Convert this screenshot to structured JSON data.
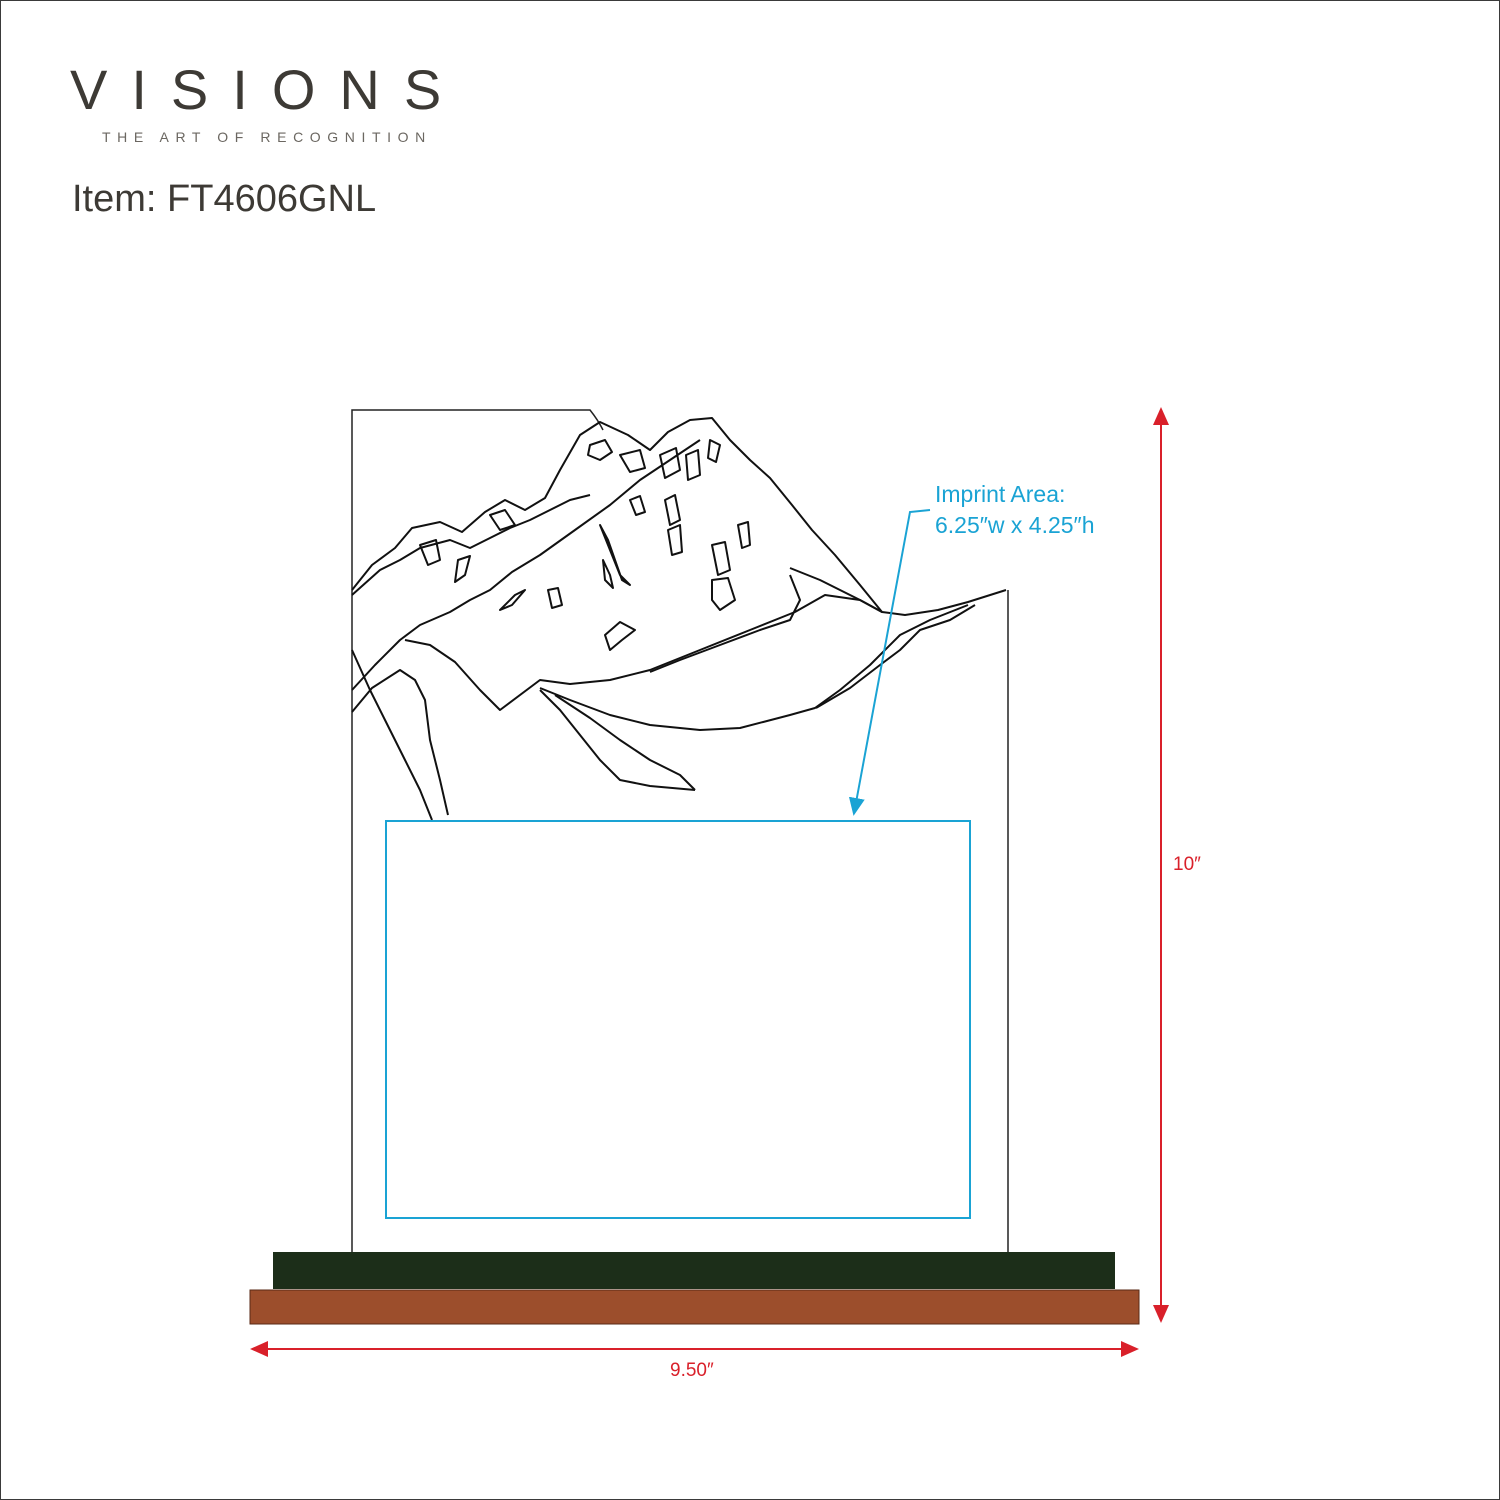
{
  "brand": {
    "wordmark": "VISIONS",
    "tagline": "THE ART OF RECOGNITION"
  },
  "item": {
    "title": "Item: FT4606GNL"
  },
  "imprint": {
    "label_line1": "Imprint Area:",
    "label_line2": "6.25″w x 4.25″h",
    "color": "#1aa3d4"
  },
  "dimensions": {
    "height_label": "10″",
    "width_label": "9.50″",
    "color": "#d9202a"
  },
  "base": {
    "top_color": "#1c2e19",
    "bottom_color": "#9c4e2c"
  },
  "icons": {
    "artwork": "mountain-line-art"
  }
}
